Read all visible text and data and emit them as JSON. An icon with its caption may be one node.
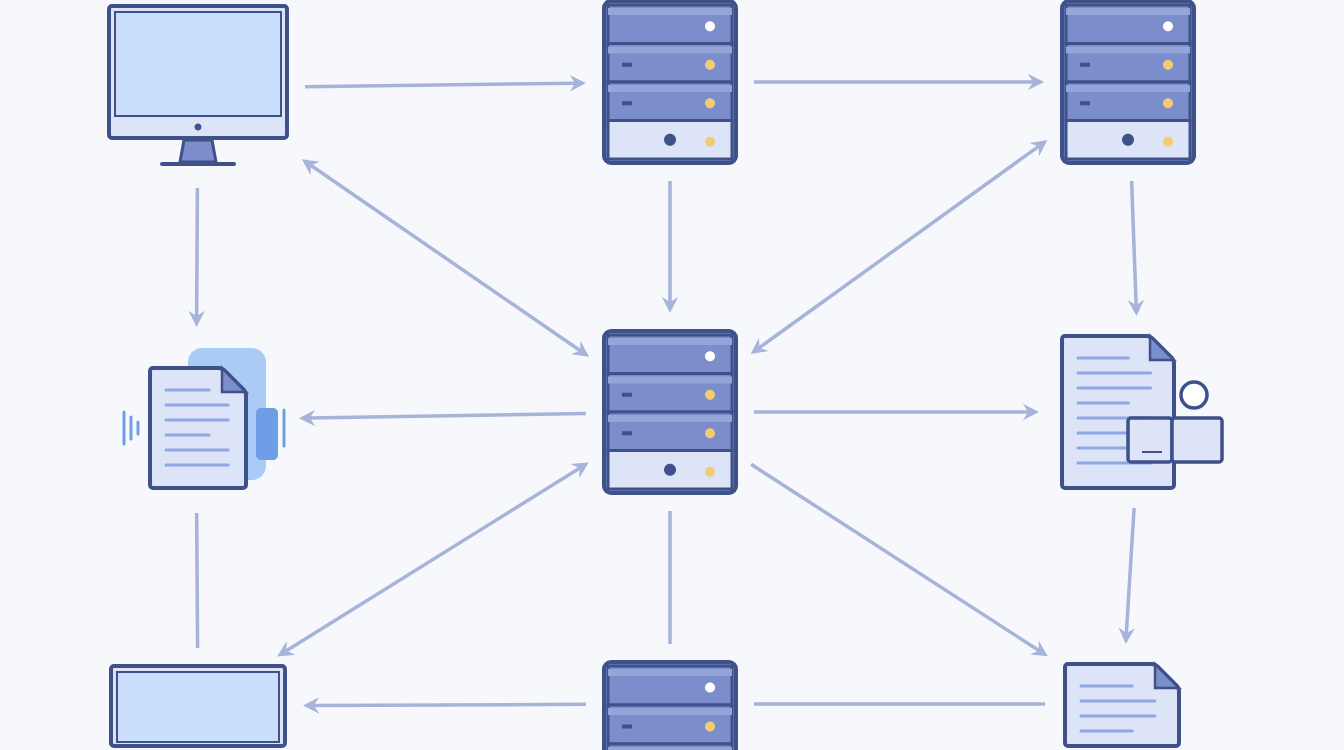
{
  "diagram": {
    "nodes": [
      {
        "text": [],
        "shape": "picture"
      },
      {
        "text": [],
        "shape": "picture"
      },
      {
        "text": [],
        "shape": "picture"
      },
      {
        "text": [],
        "shape": "picture"
      },
      {
        "text": [],
        "shape": "picture"
      },
      {
        "text": [],
        "shape": "picture"
      },
      {
        "text": [],
        "shape": "picture"
      },
      {
        "text": [],
        "shape": "picture"
      },
      {
        "text": [],
        "shape": "picture"
      }
    ],
    "edges": [
      {
        "from": 0,
        "to": 1,
        "arrow": "to"
      },
      {
        "from": 1,
        "to": 2,
        "arrow": "to"
      },
      {
        "from": 0,
        "to": 3,
        "arrow": "to"
      },
      {
        "from": 0,
        "to": 4,
        "arrow": "both"
      },
      {
        "from": 1,
        "to": 4,
        "arrow": "to"
      },
      {
        "from": 2,
        "to": 4,
        "arrow": "both"
      },
      {
        "from": 2,
        "to": 5,
        "arrow": "to"
      },
      {
        "from": 4,
        "to": 3,
        "arrow": "to"
      },
      {
        "from": 4,
        "to": 5,
        "arrow": "to"
      },
      {
        "from": 3,
        "to": 6,
        "arrow": "none"
      },
      {
        "from": 4,
        "to": 6,
        "arrow": "both"
      },
      {
        "from": 4,
        "to": 7,
        "arrow": "none"
      },
      {
        "from": 4,
        "to": 8,
        "arrow": "to"
      },
      {
        "from": 5,
        "to": 8,
        "arrow": "to"
      },
      {
        "from": 7,
        "to": 6,
        "arrow": "to"
      },
      {
        "from": 7,
        "to": 8,
        "arrow": "none"
      }
    ]
  }
}
